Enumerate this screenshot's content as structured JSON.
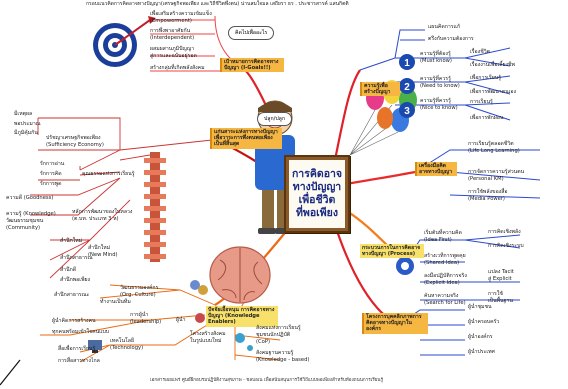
{
  "header": "กรอบแนวคิดการคิดอาจทางปัญญา(เศรษฐกิจพอเพียง และวิถีชีวิตพึ่งตน) น่านสมใจมล เสถียรา ธร . ประชารสารค์ แสนกิตติ",
  "footer": "เอกสารเผยแพร่ ศูนย์ฝึกอบรมปฏิบัติงานสุขภาพ - ชลบอเน เพื่อสนับสนุนการใช้วิถีแบบพอเพียงสำหรับท้องถนนการเรียนรู้",
  "center": {
    "line1": "การคิดอาจ",
    "line2": "ทางปัญญา",
    "line3": "เพื่อชีวิต",
    "line4": "ที่พอเพียง"
  },
  "bubbles": {
    "top": "คิดไปเพื่ออะไร",
    "mid": "ปลูก/ปลูก"
  },
  "left": {
    "goals_box": "เป้าหมายการคิดอาจทางปัญญา (I-Goals!!)",
    "goals": [
      "เพื่อเสริมสร้างความเข้มแข็ง",
      "(Empowerment)",
      "การพึ่งพาอาศัยกัน",
      "(Interdependent)",
      "ผสมผสานภูมิปัญญา",
      "สู่การและฉบับอยู่รอด",
      "สร้างกลุ่มที่เกิดพลังสังคม"
    ],
    "sufficiency_box": "แก่นสาระแห่งการทางปัญญา เพื่อวาระการพึ่งตนพอเพียงเป็นที่สิ้นสุด",
    "econ": [
      "ปรัชญาเศรษฐกิจพอเพียง",
      "(Sufficiency Economy)",
      "มีเหตุผล",
      "พอประมาณ",
      "มีภูมิคุ้มกัน"
    ],
    "values_label": "คุณธรรมแห่งการเรียนรู้",
    "values": [
      "รักการอ่าน",
      "รักการคิด",
      "รักการพูด"
    ],
    "wisdom": [
      "ความดี (Goodness)",
      "ความรู้ (Knowledge)",
      "วัฒนธรรมชุมชน",
      "(Community)",
      "หลักการพัฒนาของในหลวง",
      "(ต.บท. ประเภท 3 ห)"
    ],
    "consciousness": [
      "สำนึกใหม่",
      "(New Mind)",
      "สำนึกใหม่",
      "สำนึกสาธารณ",
      "สำนึกดี",
      "สำนึกพอเพียง",
      "สำนึกสาธารณะ"
    ],
    "enablers_box": "ปัจจัยเอื้อหนุน การคิดอาจทางปัญญา (Knowledge Enablers)",
    "org": [
      "วัฒนธรรมองค์กร",
      "(Org. Culture)",
      "ทำงานเป็นทีม",
      "ผู้นำ",
      "การผู้นำ",
      "(leadership)",
      "ผู้นำคิดการสร้างคน",
      "ทุกคนพร้อมเข้าใจคนแบบ"
    ],
    "tech": [
      "เทคโนโลยี",
      "(Technology)",
      "สื่อเพื่อการเรียนรู้",
      "การสื่อสารทางไกล"
    ],
    "structure": [
      "โครงสร้างสังคม",
      "ในรูปแบบใหม่",
      "สังคมแห่งการเรียนรู้",
      "ชุมชนนักปฏิบัติ",
      "(CoP)",
      "สังคมฐานความรู้",
      "(Knowledge - based)"
    ]
  },
  "right": {
    "wish": [
      "แผนคิดการแก้",
      "ตรึงกับความต้องการ"
    ],
    "learn_box": "ความรู้เพื่อ สร้างปัญญา",
    "must": [
      "ความรู้ที่ต้องรู้",
      "(Must know)",
      "เรื่องชีวิต",
      "เรื่องงานเพื่อเลี้ยงชีพ"
    ],
    "need": [
      "ความรู้ที่ควรรู้",
      "(Need to know)",
      "เพื่อการเรียนรู้",
      "เพื่อการพัฒนาตนเอง"
    ],
    "nice": [
      "ความรู้ที่ควรรู้",
      "(Nice to know)",
      "การเรียนรู้",
      "เพื่อการพักผ่อน"
    ],
    "tools_box": "เครื่องมือคิดอาจทางปัญญา",
    "tools": [
      "การเรียนรู้ตลอดชีวิต",
      "(Life Long Learning)",
      "การจัดการความรู้ส่วนตน",
      "(Personal KM)",
      "การใช้พลังของสื่อ",
      "(Media Power)"
    ],
    "process_box": "กระบวนการในการคิดอาจทางปัญญา (Process)",
    "process": [
      "เริ่มต้นที่ความคิด",
      "(Idea First)",
      "สร้างเวทีการพูดคุย",
      "(Shared Idea)",
      "ลงมือปฏิบัติการจริง",
      "(Explicit Idea)",
      "ค้นหาความจริง",
      "(Search for Life)"
    ],
    "process_sub": [
      "การคิดเชิงพลัง",
      "การคิดเชิงระบบ",
      "แปลง Tacit",
      "สู่ Explicit",
      "การใช้",
      "เป็นพื้นฐาน"
    ],
    "people_box": "โครงการบุคคลิกภาพการคิดอาจทางปัญญาในองค์กร",
    "people": [
      "ผู้นำชุมชน",
      "ผู้นำครอบครัว",
      "ผู้นำองค์กร",
      "ผู้นำประเทศ"
    ]
  }
}
